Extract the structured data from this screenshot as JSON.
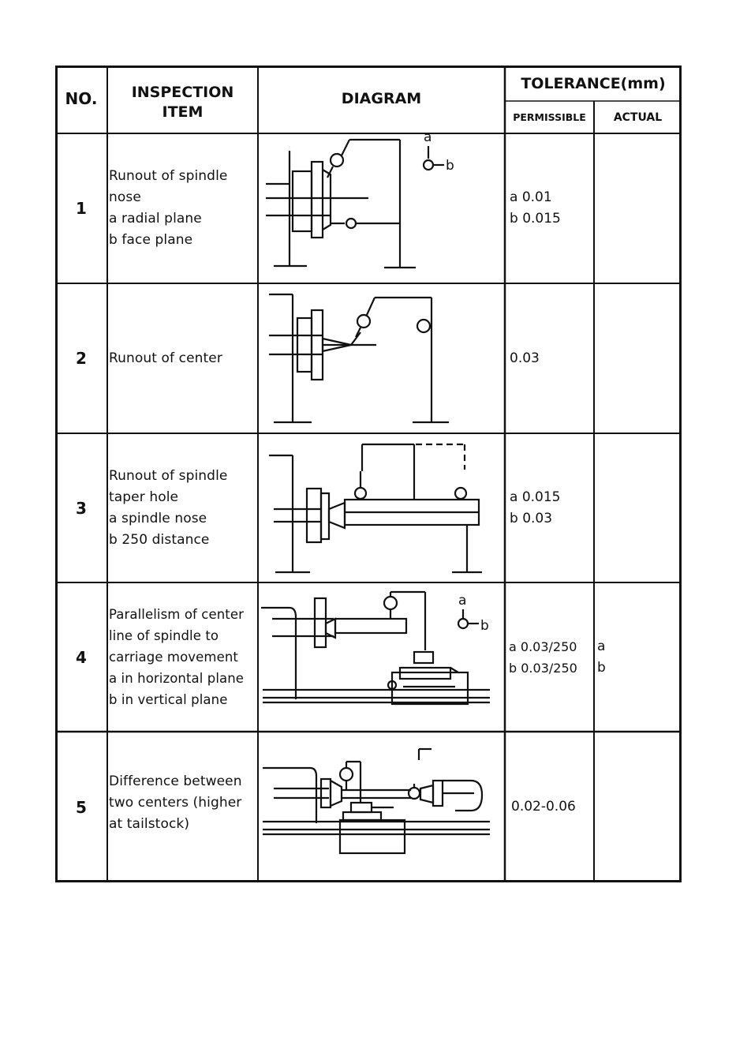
{
  "header": {
    "no": "NO.",
    "inspection_item": "INSPECTION\nITEM",
    "diagram": "DIAGRAM",
    "tolerance": "TOLERANCE(mm)",
    "permissible": "PERMISSIBLE",
    "actual": "ACTUAL"
  },
  "rows": [
    {
      "no": "1",
      "item": "Runout of spindle\nnose\na radial plane\nb face plane",
      "permissible": "a 0.01\nb 0.015",
      "actual": ""
    },
    {
      "no": "2",
      "item": "Runout of center",
      "permissible": "0.03",
      "actual": ""
    },
    {
      "no": "3",
      "item": "Runout of spindle\ntaper hole\na spindle nose\nb 250 distance",
      "permissible": "a 0.015\nb 0.03",
      "actual": ""
    },
    {
      "no": "4",
      "item": "Parallelism of center\nline of spindle to\ncarriage movement\na in horizontal plane\nb in vertical plane",
      "permissible": "a 0.03/250\nb 0.03/250",
      "actual": "a\nb"
    },
    {
      "no": "5",
      "item": "Difference between\ntwo centers (higher\nat tailstock)",
      "permissible": "0.02-0.06",
      "actual": ""
    }
  ],
  "diagram_labels": {
    "a": "a",
    "b": "b"
  }
}
